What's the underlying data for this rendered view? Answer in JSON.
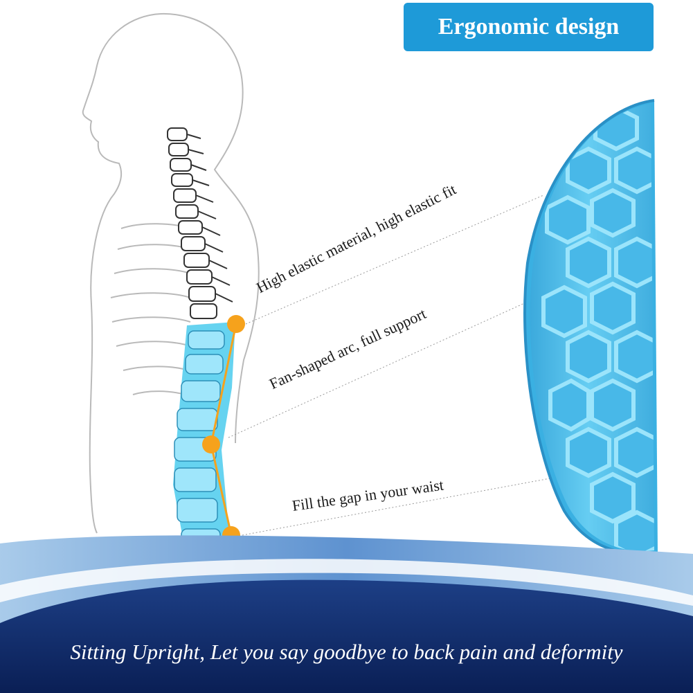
{
  "badge": {
    "label": "Ergonomic design"
  },
  "callouts": [
    "High elastic material, high elastic fit",
    "Fan-shaped arc, full support",
    "Fill the gap in your waist"
  ],
  "tagline": "Sitting Upright, Let you say goodbye to back pain and deformity",
  "colors": {
    "accent_blue": "#1e9ad8",
    "gel_blue": "#5cc6ee",
    "lumbar_blue": "#66d3f0",
    "marker_orange": "#f6a21c",
    "footer_navy": "#0d2660"
  },
  "icons": [
    "human-silhouette",
    "spine-illustration",
    "gel-cushion",
    "support-point-marker"
  ]
}
